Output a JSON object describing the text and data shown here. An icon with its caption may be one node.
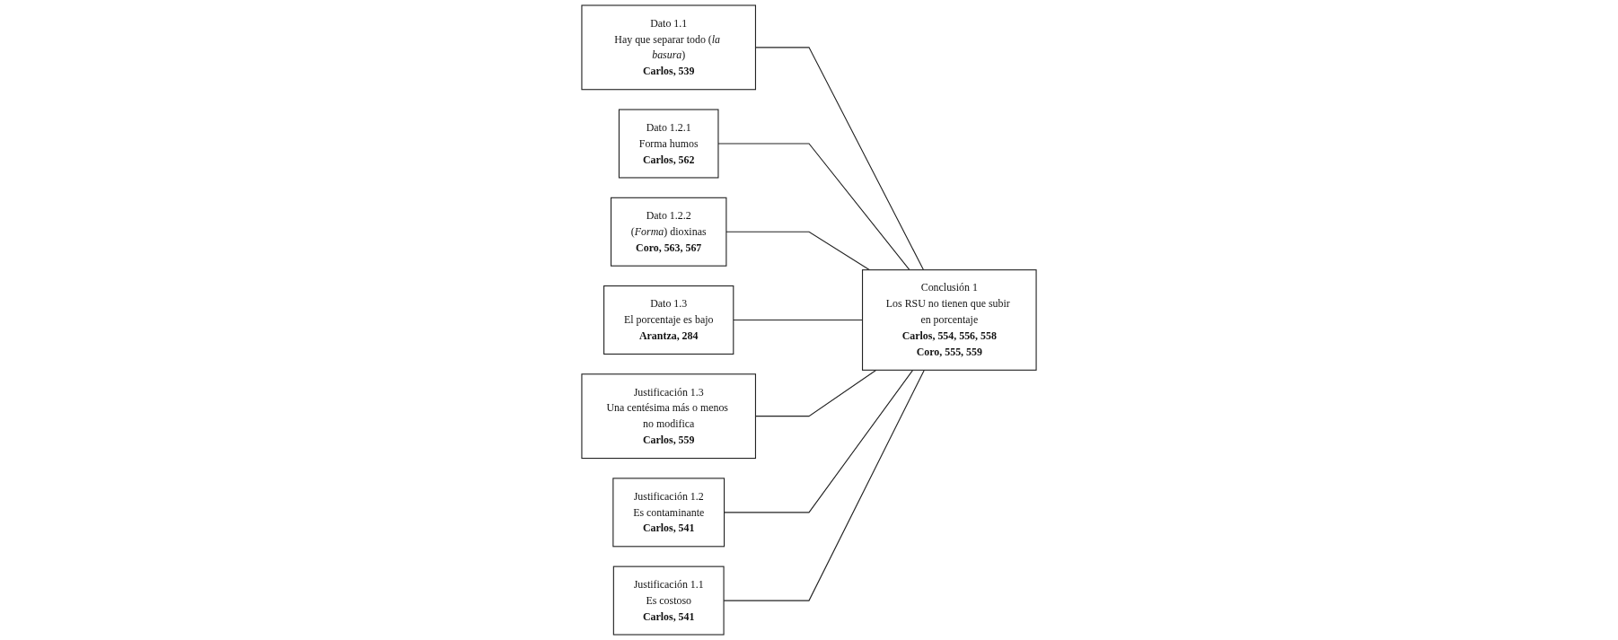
{
  "diagram": {
    "nodes": [
      {
        "text": [
          "Dato 1.1",
          "Hay que separar todo (*la basura*)",
          "Carlos, 539"
        ]
      },
      {
        "text": [
          "Dato 1.2.1",
          "Forma humos",
          "Carlos, 562"
        ]
      },
      {
        "text": [
          "Dato 1.2.2",
          "(*Forma*) dioxinas",
          "Coro, 563, 567"
        ]
      },
      {
        "text": [
          "Dato 1.3",
          "El porcentaje es bajo",
          "Arantza, 284"
        ]
      },
      {
        "text": [
          "Conclusión 1",
          "Los RSU no tienen que subir en porcentaje",
          "Carlos, 554, 556, 558",
          "Coro, 555, 559"
        ]
      },
      {
        "text": [
          "Justificación 1.3",
          "Una centésima más o menos no modifica",
          "Carlos, 559"
        ]
      },
      {
        "text": [
          "Justificación 1.2",
          "Es contaminante",
          "Carlos, 541"
        ]
      },
      {
        "text": [
          "Justificación 1.1",
          "Es costoso",
          "Carlos, 541"
        ]
      }
    ],
    "edges": [
      {
        "from": 0,
        "to": 4,
        "arrow": "none"
      },
      {
        "from": 1,
        "to": 4,
        "arrow": "none"
      },
      {
        "from": 2,
        "to": 4,
        "arrow": "none"
      },
      {
        "from": 3,
        "to": 4,
        "arrow": "none"
      },
      {
        "from": 5,
        "to": 4,
        "arrow": "none"
      },
      {
        "from": 6,
        "to": 4,
        "arrow": "none"
      },
      {
        "from": 7,
        "to": 4,
        "arrow": "none"
      }
    ]
  }
}
